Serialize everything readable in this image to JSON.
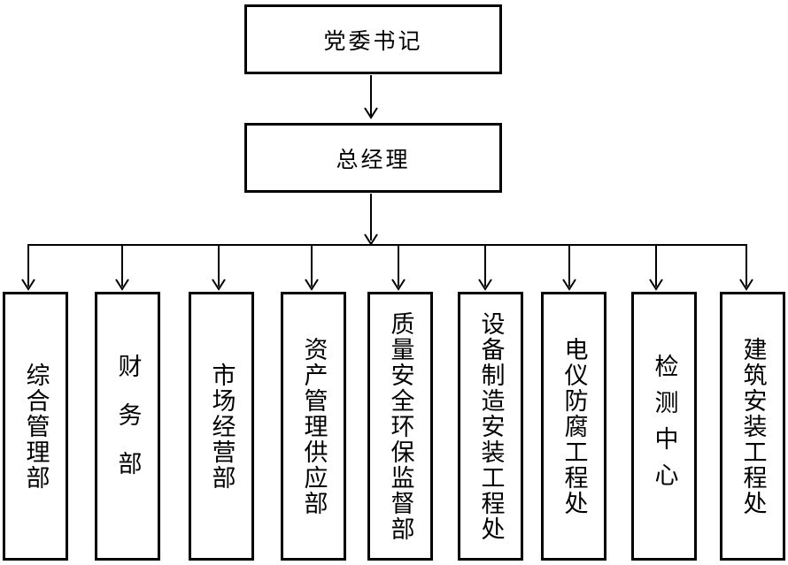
{
  "org_chart": {
    "type": "org-tree",
    "nodes": {
      "party_secretary": "党委书记",
      "general_manager": "总经理"
    },
    "departments": [
      "综合管理部",
      "财务部",
      "市场经营部",
      "资产管理供应部",
      "质量安全环保监督部",
      "设备制造安装工程处",
      "电仪防腐工程处",
      "检测中心",
      "建筑安装工程处"
    ],
    "colors": {
      "line": "#000000",
      "box_border": "#000000",
      "text": "#000000",
      "background": "#ffffff"
    }
  }
}
